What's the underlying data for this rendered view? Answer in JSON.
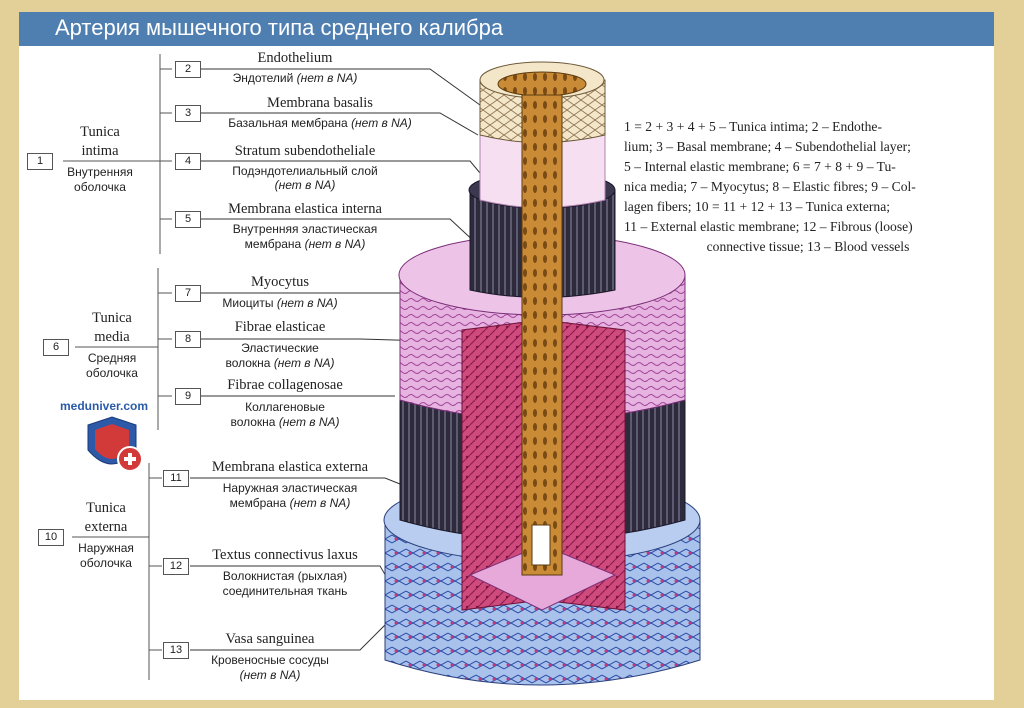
{
  "title": "Артерия мышечного типа среднего калибра",
  "legend": {
    "line1": "1 = 2 + 3 + 4 + 5 – Tunica intima; 2 – Endothe-",
    "line2": "lium; 3 – Basal membrane; 4 – Subendothelial layer;",
    "line3": "5 – Internal elastic membrane; 6 = 7 + 8 + 9 – Tu-",
    "line4": "nica media; 7 – Myocytus; 8 – Elastic fibres; 9 – Col-",
    "line5": "lagen fibers; 10 = 11 + 12 + 13 – Tunica externa;",
    "line6": "11 – External elastic membrane; 12 – Fibrous (loose)",
    "line7": "connective tissue; 13 – Blood vessels"
  },
  "site": "meduniver.com",
  "groups": [
    {
      "num": "1",
      "latin": "Tunica intima",
      "latin_a": "Tunica",
      "latin_b": "intima",
      "ru_a": "Внутренняя",
      "ru_b": "оболочка"
    },
    {
      "num": "6",
      "latin": "Tunica media",
      "latin_a": "Tunica",
      "latin_b": "media",
      "ru_a": "Средняя",
      "ru_b": "оболочка"
    },
    {
      "num": "10",
      "latin": "Tunica externa",
      "latin_a": "Tunica",
      "latin_b": "externa",
      "ru_a": "Наружная",
      "ru_b": "оболочка"
    }
  ],
  "items": [
    {
      "num": "2",
      "latin": "Endothelium",
      "ru1": "Эндотелий ",
      "na1": "(нет в NA)",
      "ru2": "",
      "na2": ""
    },
    {
      "num": "3",
      "latin": "Membrana basalis",
      "ru1": "Базальная мембрана ",
      "na1": "(нет в NA)",
      "ru2": "",
      "na2": ""
    },
    {
      "num": "4",
      "latin": "Stratum subendotheliale",
      "ru1": "Подэндотелиальный слой",
      "na1": "",
      "ru2": "",
      "na2": "(нет в NA)"
    },
    {
      "num": "5",
      "latin": "Membrana elastica interna",
      "ru1": "Внутренняя эластическая",
      "na1": "",
      "ru2": "мембрана ",
      "na2": "(нет в NA)"
    },
    {
      "num": "7",
      "latin": "Myocytus",
      "ru1": "Миоциты ",
      "na1": "(нет в NA)",
      "ru2": "",
      "na2": ""
    },
    {
      "num": "8",
      "latin": "Fibrae elasticae",
      "ru1": "Эластические",
      "na1": "",
      "ru2": "волокна ",
      "na2": "(нет в NA)"
    },
    {
      "num": "9",
      "latin": "Fibrae collagenosae",
      "ru1": "Коллагеновые",
      "na1": "",
      "ru2": "волокна ",
      "na2": "(нет в NA)"
    },
    {
      "num": "11",
      "latin": "Membrana elastica externa",
      "ru1": "Наружная эластическая",
      "na1": "",
      "ru2": "мембрана ",
      "na2": "(нет в NA)"
    },
    {
      "num": "12",
      "latin": "Textus connectivus laxus",
      "ru1": "Волокнистая (рыхлая)",
      "na1": "",
      "ru2": "соединительная ткань",
      "na2": ""
    },
    {
      "num": "13",
      "latin": "Vasa sanguinea",
      "ru1": "Кровеносные сосуды",
      "na1": "",
      "ru2": "",
      "na2": "(нет в NA)"
    }
  ]
}
